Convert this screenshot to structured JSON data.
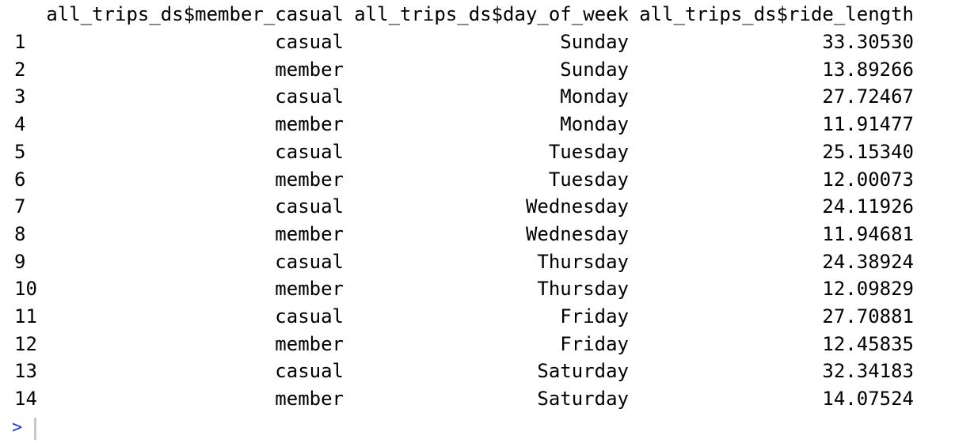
{
  "headers": {
    "member_casual": "all_trips_ds$member_casual",
    "day_of_week": "all_trips_ds$day_of_week",
    "ride_length": "all_trips_ds$ride_length"
  },
  "rows": [
    {
      "idx": "1",
      "member_casual": "casual",
      "day_of_week": "Sunday",
      "ride_length": "33.30530"
    },
    {
      "idx": "2",
      "member_casual": "member",
      "day_of_week": "Sunday",
      "ride_length": "13.89266"
    },
    {
      "idx": "3",
      "member_casual": "casual",
      "day_of_week": "Monday",
      "ride_length": "27.72467"
    },
    {
      "idx": "4",
      "member_casual": "member",
      "day_of_week": "Monday",
      "ride_length": "11.91477"
    },
    {
      "idx": "5",
      "member_casual": "casual",
      "day_of_week": "Tuesday",
      "ride_length": "25.15340"
    },
    {
      "idx": "6",
      "member_casual": "member",
      "day_of_week": "Tuesday",
      "ride_length": "12.00073"
    },
    {
      "idx": "7",
      "member_casual": "casual",
      "day_of_week": "Wednesday",
      "ride_length": "24.11926"
    },
    {
      "idx": "8",
      "member_casual": "member",
      "day_of_week": "Wednesday",
      "ride_length": "11.94681"
    },
    {
      "idx": "9",
      "member_casual": "casual",
      "day_of_week": "Thursday",
      "ride_length": "24.38924"
    },
    {
      "idx": "10",
      "member_casual": "member",
      "day_of_week": "Thursday",
      "ride_length": "12.09829"
    },
    {
      "idx": "11",
      "member_casual": "casual",
      "day_of_week": "Friday",
      "ride_length": "27.70881"
    },
    {
      "idx": "12",
      "member_casual": "member",
      "day_of_week": "Friday",
      "ride_length": "12.45835"
    },
    {
      "idx": "13",
      "member_casual": "casual",
      "day_of_week": "Saturday",
      "ride_length": "32.34183"
    },
    {
      "idx": "14",
      "member_casual": "member",
      "day_of_week": "Saturday",
      "ride_length": "14.07524"
    }
  ],
  "prompt": ">",
  "colors": {
    "text": "#000000",
    "prompt": "#1a3bd6",
    "caret": "#c8c8c8",
    "background": "#ffffff"
  }
}
